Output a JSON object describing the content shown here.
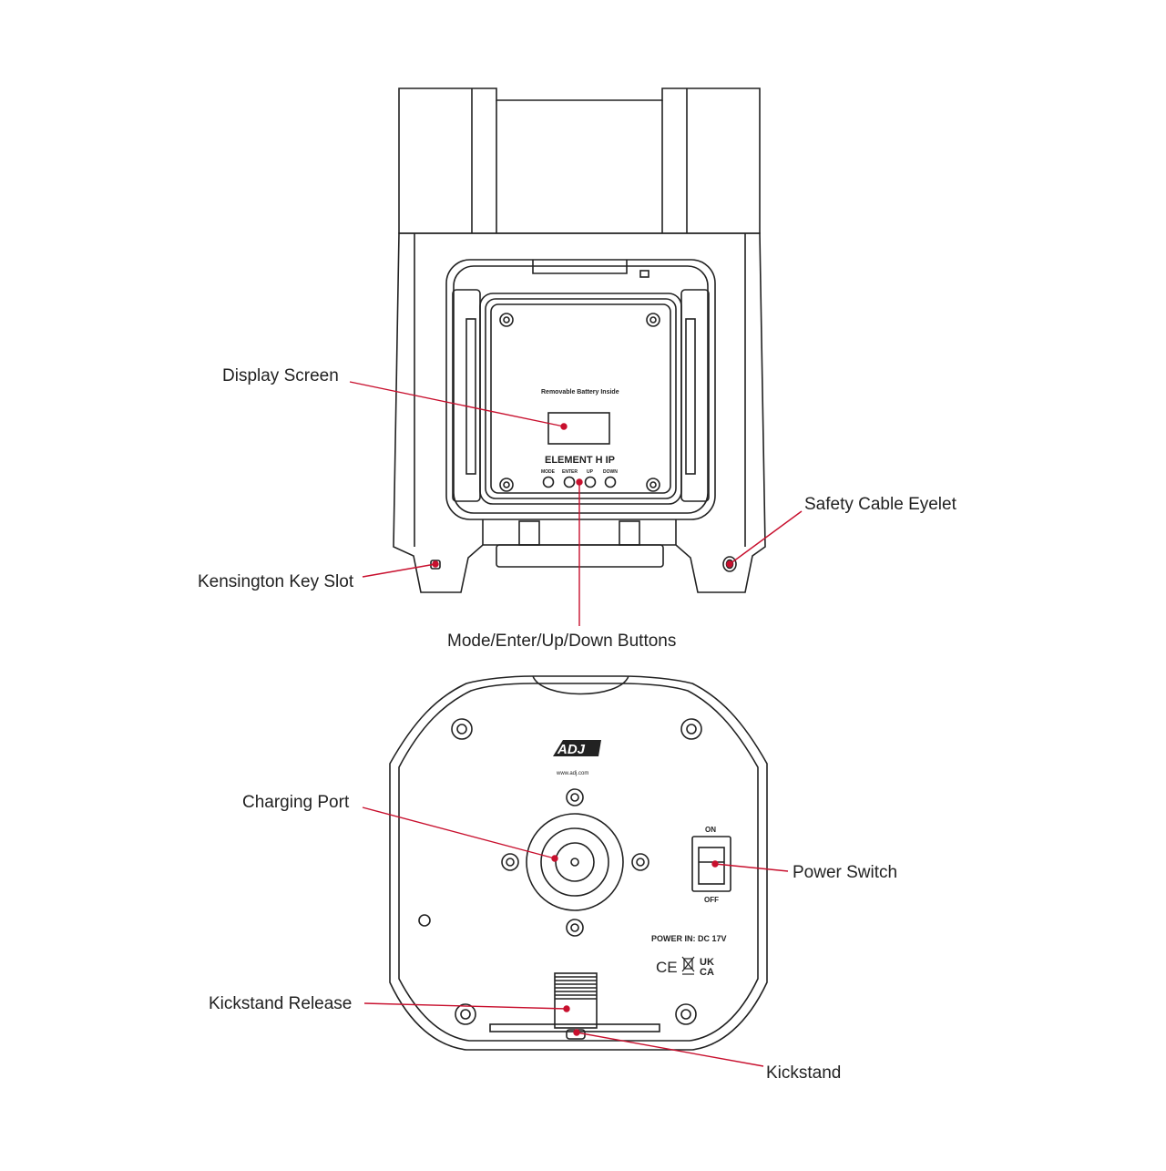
{
  "callouts": {
    "display_screen": "Display Screen",
    "safety_cable_eyelet": "Safety Cable Eyelet",
    "kensington_key_slot": "Kensington Key Slot",
    "buttons": "Mode/Enter/Up/Down Buttons",
    "charging_port": "Charging Port",
    "power_switch": "Power Switch",
    "kickstand_release": "Kickstand Release",
    "kickstand": "Kickstand"
  },
  "front_panel": {
    "battery_text": "Removable Battery Inside",
    "model_name": "ELEMENT H IP",
    "button_labels": [
      "MODE",
      "ENTER",
      "UP",
      "DOWN"
    ]
  },
  "bottom_panel": {
    "logo": "ADJ",
    "website": "www.adj.com",
    "switch_on": "ON",
    "switch_off": "OFF",
    "power_in": "POWER IN: DC 17V",
    "marks": [
      "CE",
      "UK",
      "CA"
    ]
  },
  "colors": {
    "leader_line": "#c8102e",
    "drawing_stroke": "#222222"
  }
}
